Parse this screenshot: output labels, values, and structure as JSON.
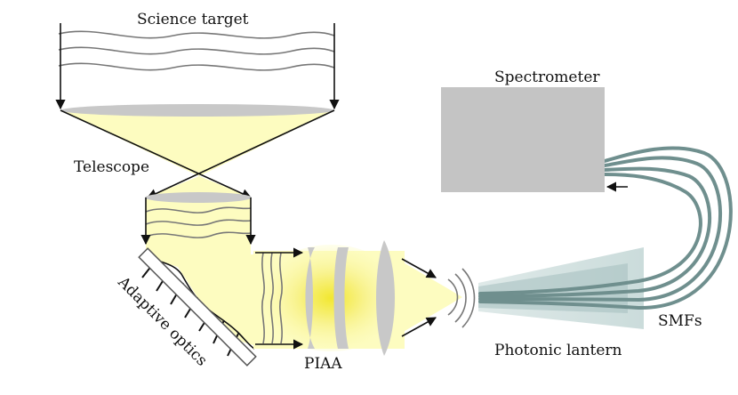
{
  "labels": {
    "science_target": "Science target",
    "telescope": "Telescope",
    "adaptive_optics": "Adaptive optics",
    "piaa": "PIAA",
    "spectrometer": "Spectrometer",
    "photonic_lantern": "Photonic lantern",
    "smfs": "SMFs"
  },
  "colors": {
    "beam": "#fdfcc0",
    "beam_core": "#f3ea3a",
    "lens": "#c8c8c8",
    "spectrometer_box": "#c4c4c4",
    "fiber": "#6f8f8e",
    "lantern": "#bcd0cf",
    "wavefront": "#777777"
  }
}
